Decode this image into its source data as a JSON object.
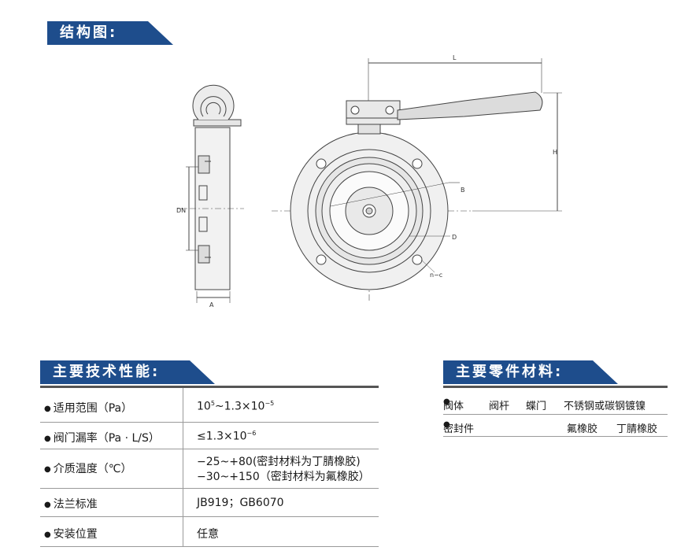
{
  "sections": {
    "structure_title": "结构图:",
    "tech_title": "主要技术性能:",
    "parts_title": "主要零件材料:"
  },
  "drawing_labels": {
    "L": "L",
    "H": "H",
    "DN": "DN",
    "A": "A",
    "B": "B",
    "D": "D",
    "nc": "n−c"
  },
  "tech_specs": [
    {
      "label": "适用范围（Pa）",
      "value_base": "10",
      "value_exp": "5",
      "value_mid": "~1.3×10",
      "value_exp2": "−5"
    },
    {
      "label": "阀门漏率（Pa · L/S）",
      "value_base": "≤1.3×10",
      "value_exp": "−6"
    },
    {
      "label": "介质温度（℃）",
      "value_line1": "−25~+80(密封材料为丁腈橡胶)",
      "value_line2": "−30~+150（密封材料为氟橡胶）"
    },
    {
      "label": "法兰标准",
      "value": "JB919；GB6070"
    },
    {
      "label": "安装位置",
      "value": "任意"
    }
  ],
  "parts": [
    {
      "name1": "阀体",
      "name2": "阀杆",
      "name3": "蝶门",
      "material": "不锈钢或碳钢镀镍"
    },
    {
      "name1": "密封件",
      "material1": "氟橡胶",
      "material2": "丁腈橡胶"
    }
  ],
  "colors": {
    "banner_blue": "#1e4d8c",
    "banner_accent": "#2a6bb5"
  }
}
